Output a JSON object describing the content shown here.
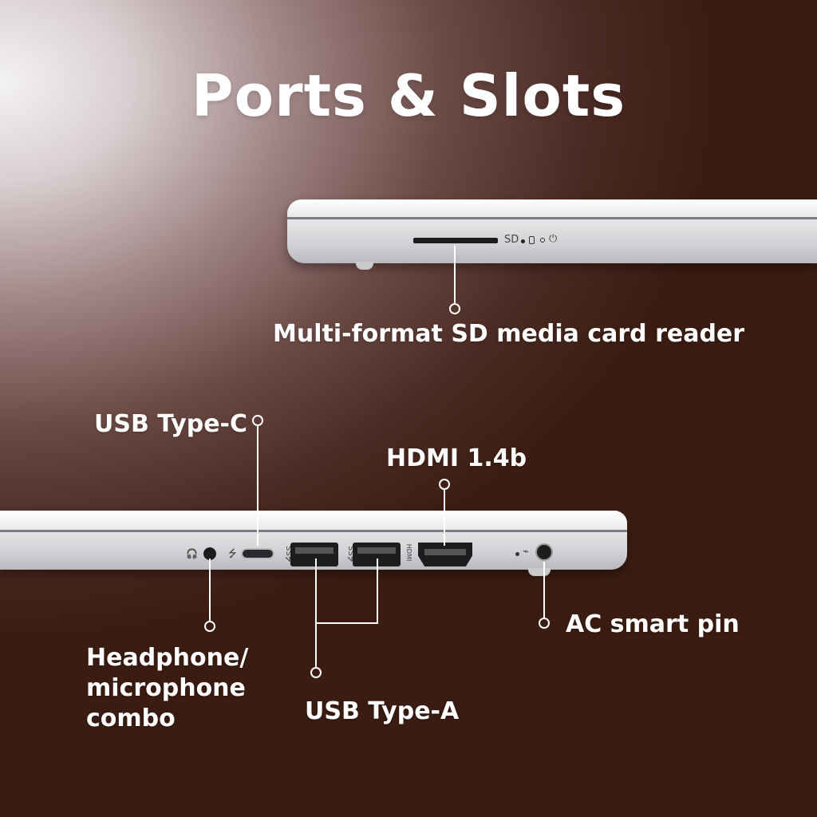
{
  "title": "Ports & Slots",
  "labels": {
    "sd_reader": "Multi-format SD media card reader",
    "usb_c": "USB Type-C",
    "hdmi": "HDMI 1.4b",
    "headphone": "Headphone/\nmicrophone\ncombo",
    "usb_a": "USB Type-A",
    "ac_pin": "AC smart pin"
  },
  "port_markings": {
    "sd": "SD",
    "headphone_icon": "🎧",
    "usb_icon": "⭍",
    "ss_usb": "SS⭍",
    "hdmi": "HDMI",
    "power_icon": "⏻",
    "charge_icon": "⌁"
  },
  "colors": {
    "text": "#ffffff",
    "chassis": "#e7e7e9",
    "port": "#1d1d20"
  }
}
